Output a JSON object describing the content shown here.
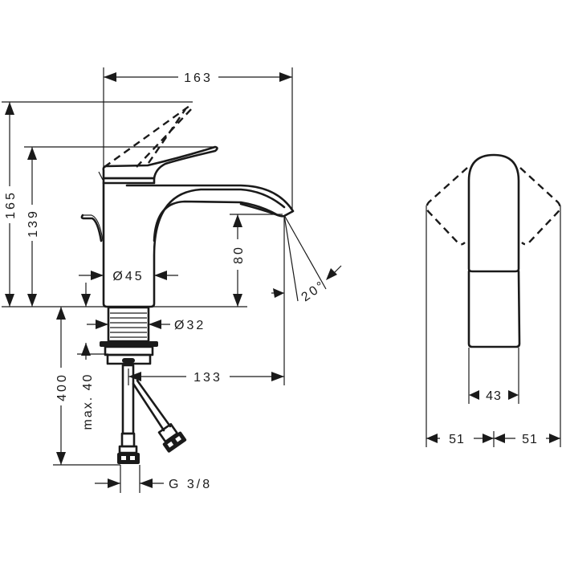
{
  "drawing": {
    "title": "Basin mixer technical drawing",
    "units": "mm",
    "colors": {
      "line": "#1a1a1a",
      "background": "#ffffff"
    }
  },
  "side_view": {
    "dimensions": {
      "overall_reach": "163",
      "max_height_lever_open": "165",
      "height_to_lever": "139",
      "spout_outlet_height": "80",
      "body_diameter": "Ø45",
      "shank_diameter": "Ø32",
      "hose_length": "400",
      "max_counter_thickness": "max. 40",
      "reach_from_shank": "133",
      "spray_angle": "20°",
      "connection_thread": "G 3/8"
    }
  },
  "front_view": {
    "dimensions": {
      "lever_width": "43",
      "lever_swing_left": "51",
      "lever_swing_right": "51"
    }
  }
}
